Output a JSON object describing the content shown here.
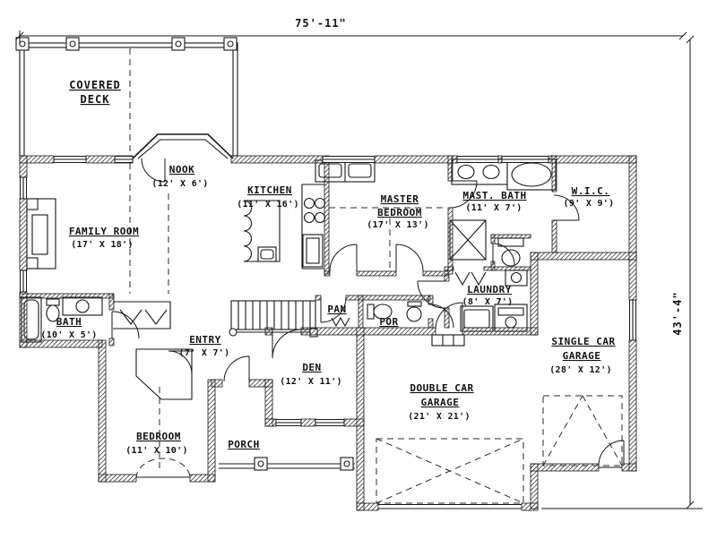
{
  "drawing": {
    "type": "architectural floor plan (main level)",
    "ink_color": "#1a1a1a",
    "paper_color": "#ffffff"
  },
  "dimensions": {
    "overall_width": "75'-11\"",
    "overall_height": "43'-4\""
  },
  "rooms": {
    "covered_deck": {
      "l1": "COVERED",
      "l2": "DECK"
    },
    "nook": {
      "name": "NOOK",
      "size": "(12' X 6')"
    },
    "kitchen": {
      "name": "KITCHEN",
      "size": "(11' X 16')"
    },
    "family_room": {
      "name": "FAMILY ROOM",
      "size": "(17' X 18')"
    },
    "master_bedroom": {
      "l1": "MASTER",
      "l2": "BEDROOM",
      "size": "(17' X 13')"
    },
    "master_bath": {
      "name": "MAST. BATH",
      "size": "(11' X 7')"
    },
    "wic": {
      "name": "W.I.C.",
      "size": "(9' X 9')"
    },
    "laundry": {
      "name": "LAUNDRY",
      "size": "(8' X 7')"
    },
    "bath": {
      "name": "BATH",
      "size": "(10' X 5')"
    },
    "entry": {
      "name": "ENTRY",
      "size": "(7' X 7')"
    },
    "den": {
      "name": "DEN",
      "size": "(12' X 11')"
    },
    "pantry": {
      "name": "PAN"
    },
    "powder_room": {
      "name": "POR"
    },
    "single_car_garage": {
      "l1": "SINGLE CAR",
      "l2": "GARAGE",
      "size": "(28' X 12')"
    },
    "double_car_garage": {
      "l1": "DOUBLE CAR",
      "l2": "GARAGE",
      "size": "(21' X 21')"
    },
    "bedroom": {
      "name": "BEDROOM",
      "size": "(11' X 10')"
    },
    "porch": {
      "name": "PORCH"
    }
  }
}
